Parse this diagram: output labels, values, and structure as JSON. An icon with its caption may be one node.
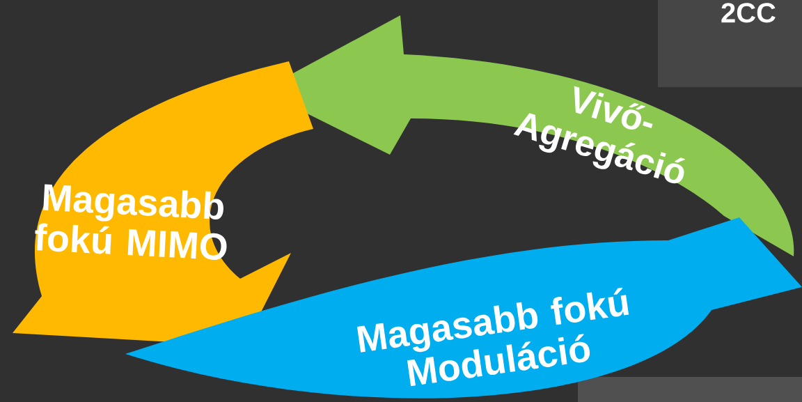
{
  "diagram": {
    "nodes": [
      {
        "text": [
          "Vivő- Agregáció"
        ]
      },
      {
        "text": [
          "Magasabb fokú MIMO"
        ]
      },
      {
        "text": [
          "Magasabb fokú Moduláció"
        ]
      }
    ],
    "labels": [
      "2CC"
    ]
  }
}
